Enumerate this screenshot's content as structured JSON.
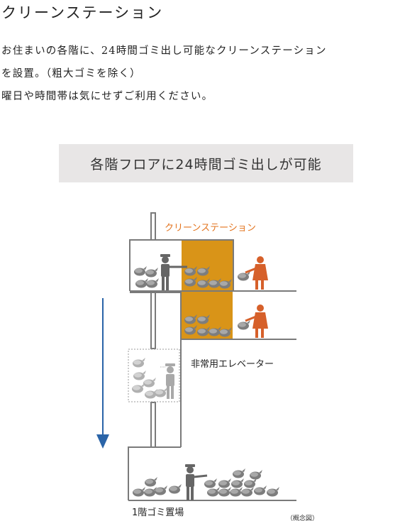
{
  "heading": "クリーンステーション",
  "description": {
    "line1": "お住まいの各階に、24時間ゴミ出し可能なクリーンステーション",
    "line2": "を設置。（粗大ゴミを除く）",
    "line3": "曜日や時間帯は気にせずご利用ください。"
  },
  "banner": "各階フロアに24時間ゴミ出しが可能",
  "diagram": {
    "station_label": "クリーンステーション",
    "elevator_label": "非常用エレベーター",
    "ground_label": "1階ゴミ置場",
    "note": "（概念図）",
    "colors": {
      "station": "#d99418",
      "accent": "#e3741f",
      "person": "#d6602a",
      "staff": "#666666",
      "arrow": "#2a64a8",
      "structure": "#7a7a7a"
    }
  }
}
